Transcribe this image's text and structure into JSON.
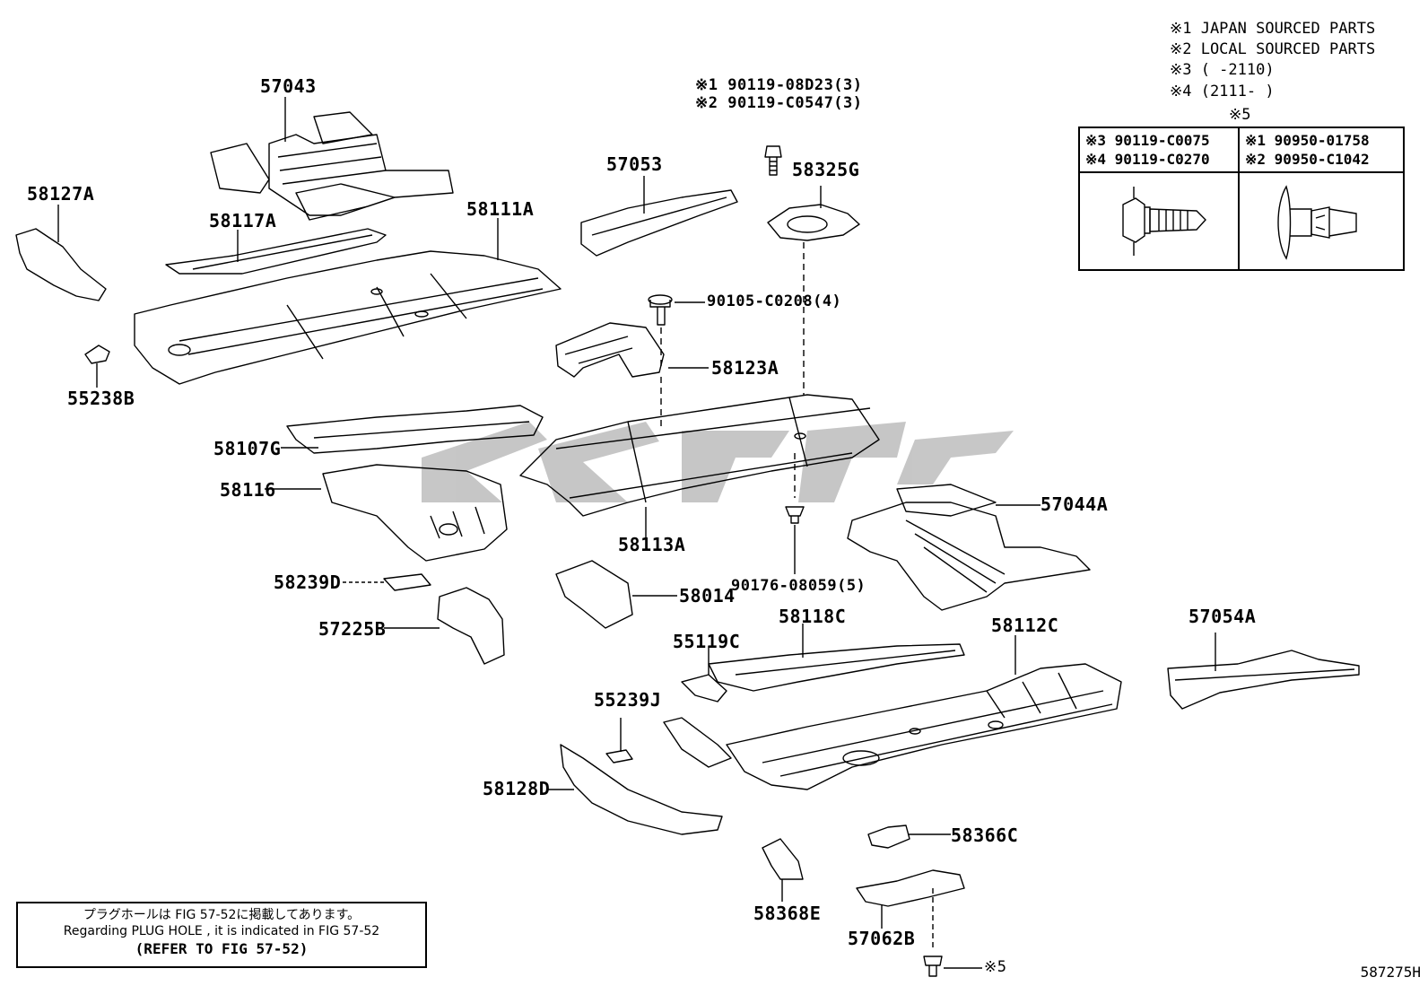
{
  "notes": {
    "n1": "※1 JAPAN SOURCED PARTS",
    "n2": "※2 LOCAL SOURCED PARTS",
    "n3": "※3 (      -2110)",
    "n4": "※4 (2111-      )",
    "n5": "※5"
  },
  "legend_table": {
    "left_line1": "※3 90119-C0075",
    "left_line2": "※4 90119-C0270",
    "right_line1": "※1 90950-01758",
    "right_line2": "※2 90950-C1042"
  },
  "labels": {
    "p57043": "57043",
    "p58127A": "58127A",
    "p58117A": "58117A",
    "p58111A": "58111A",
    "p55238B": "55238B",
    "p57053": "57053",
    "bolt_top_1": "※1 90119-08D23(3)",
    "bolt_top_2": "※2 90119-C0547(3)",
    "p58325G": "58325G",
    "p90105": "90105-C0208(4)",
    "p58123A": "58123A",
    "p58107G": "58107G",
    "p58116": "58116",
    "p58113A": "58113A",
    "p57044A": "57044A",
    "p90176": "90176-08059(5)",
    "p58239D": "58239D",
    "p58014": "58014",
    "p57225B": "57225B",
    "p58118C": "58118C",
    "p58112C": "58112C",
    "p57054A": "57054A",
    "p55119C": "55119C",
    "p55239J": "55239J",
    "p58128D": "58128D",
    "p58366C": "58366C",
    "p58368E": "58368E",
    "p57062B": "57062B",
    "p_ref5": "※5"
  },
  "plug_note": {
    "line1": "プラグホールは FIG 57-52に掲載してあります。",
    "line2": "Regarding  PLUG  HOLE , it is indicated in FIG  57-52",
    "line3": "(REFER TO FIG 57-52)"
  },
  "figure_id": "587275H"
}
